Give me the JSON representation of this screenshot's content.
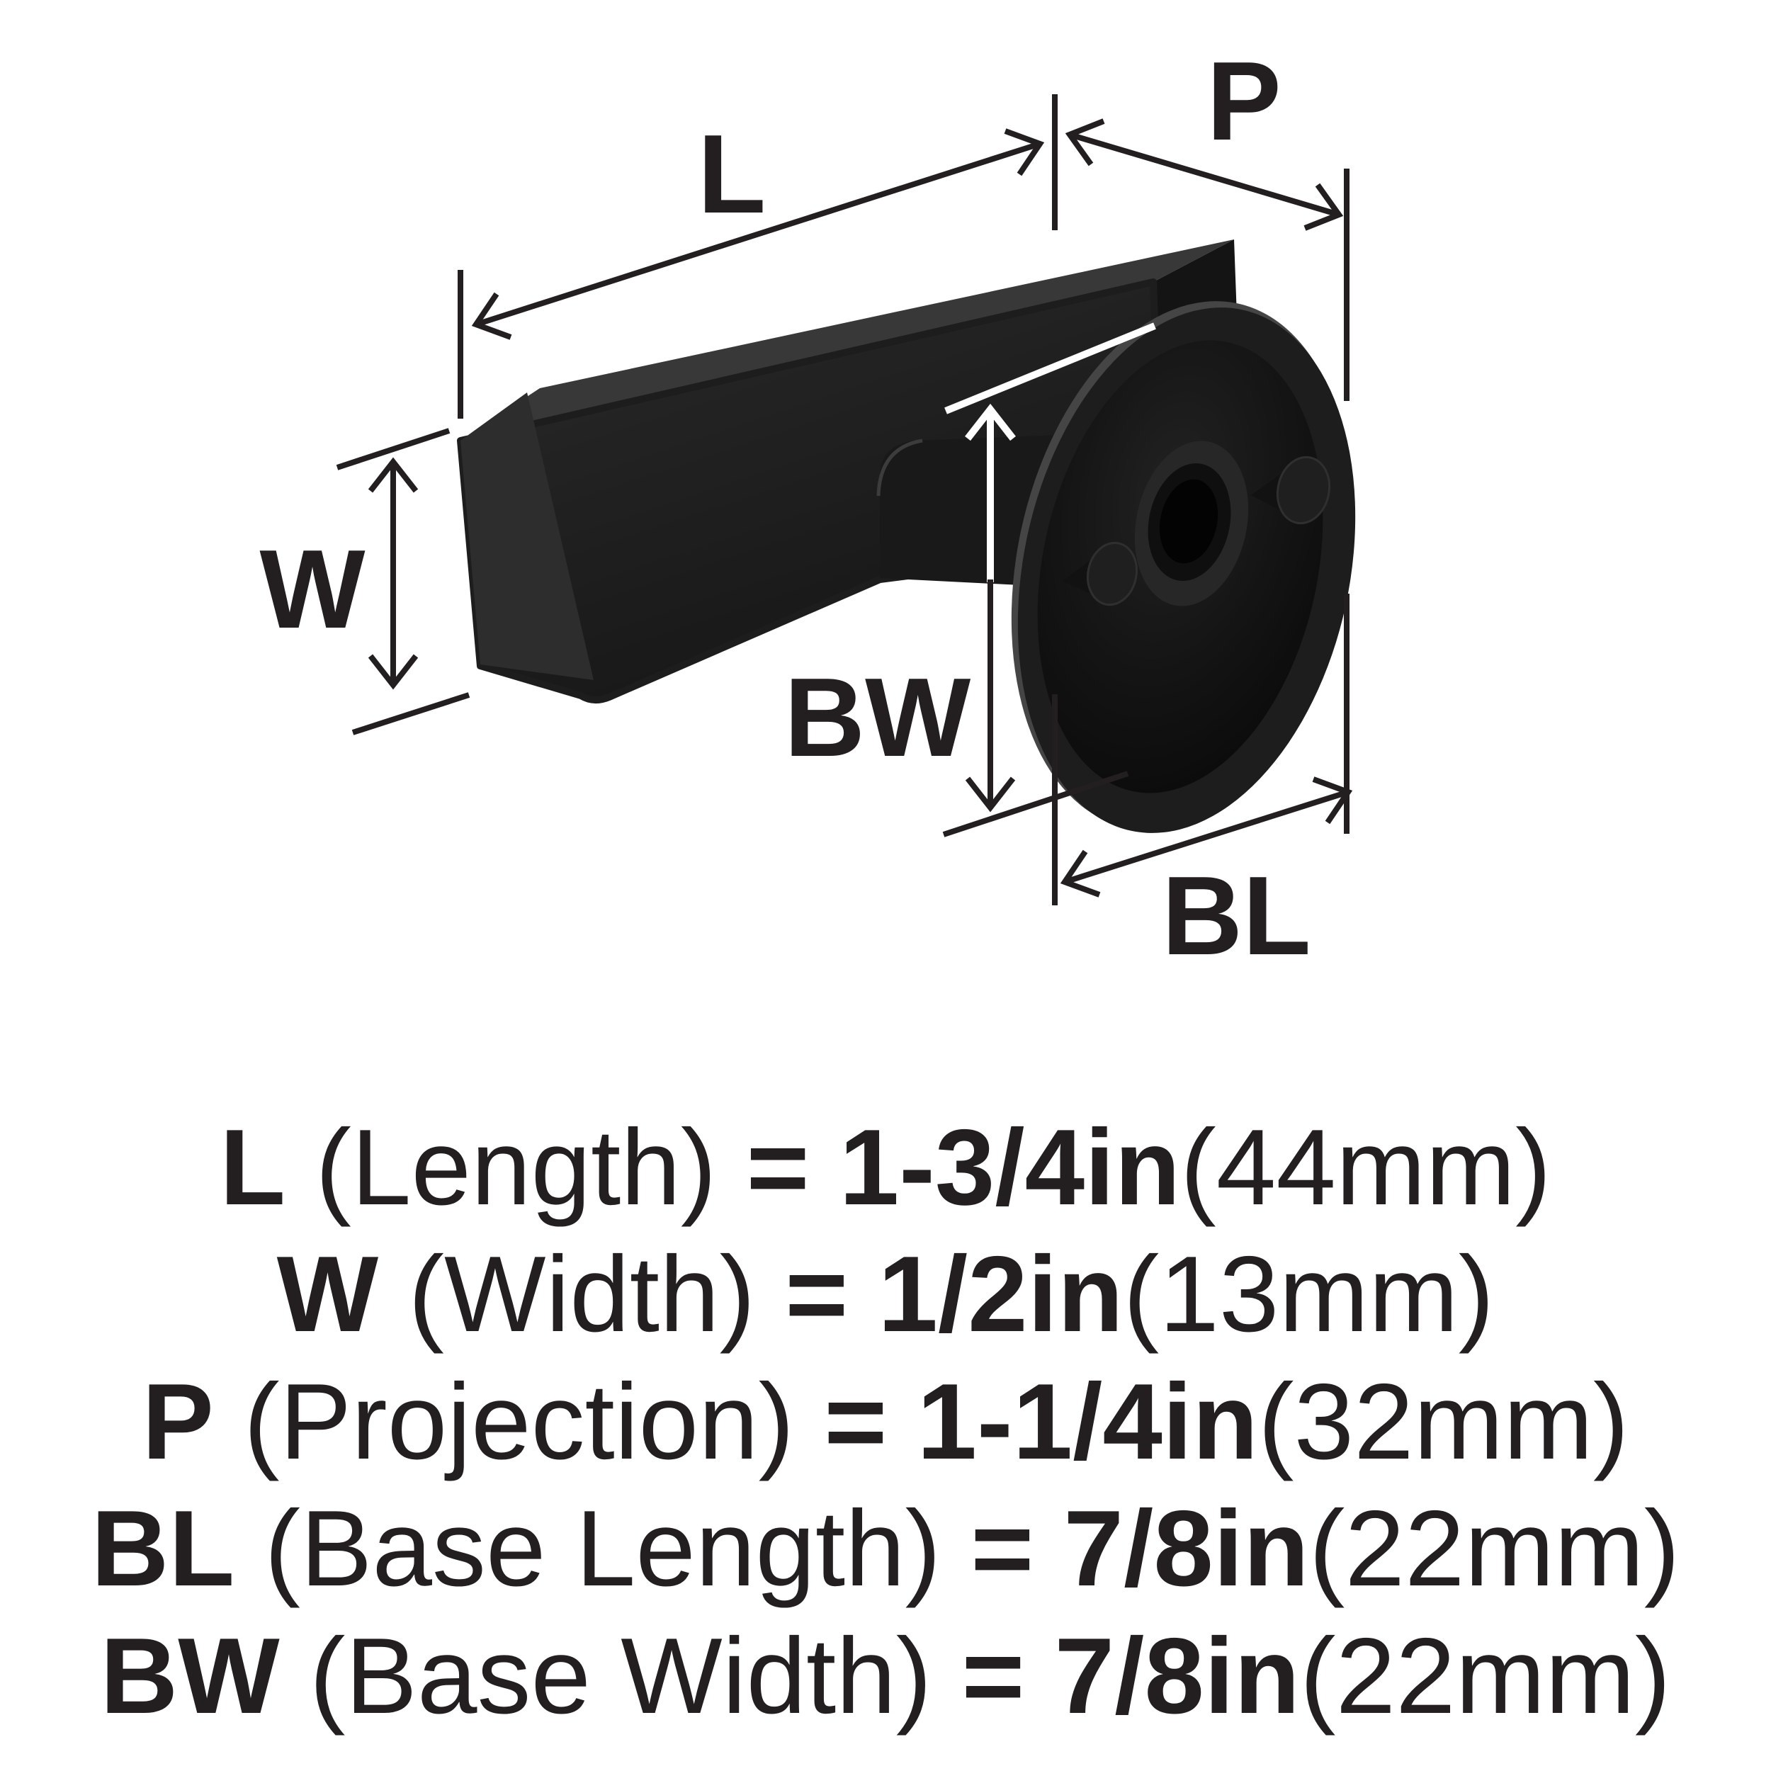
{
  "dimension_labels": {
    "length": "L",
    "projection": "P",
    "width": "W",
    "base_width": "BW",
    "base_length": "BL"
  },
  "spec_lines": [
    {
      "code": "L",
      "name": " (Length) ",
      "value": "= 1-3/4in",
      "metric": "(44mm)"
    },
    {
      "code": "W",
      "name": " (Width) ",
      "value": "= 1/2in",
      "metric": "(13mm)"
    },
    {
      "code": "P",
      "name": " (Projection) ",
      "value": "= 1-1/4in",
      "metric": "(32mm)"
    },
    {
      "code": "BL",
      "name": " (Base Length) ",
      "value": "= 7/8in",
      "metric": "(22mm)"
    },
    {
      "code": "BW",
      "name": " (Base Width) ",
      "value": "= 7/8in",
      "metric": "(22mm)"
    }
  ],
  "colors": {
    "background": "#ffffff",
    "ink": "#231f20",
    "knob_body": "#1e1e1e",
    "knob_top": "#383838",
    "highlight_line": "#ffffff"
  }
}
